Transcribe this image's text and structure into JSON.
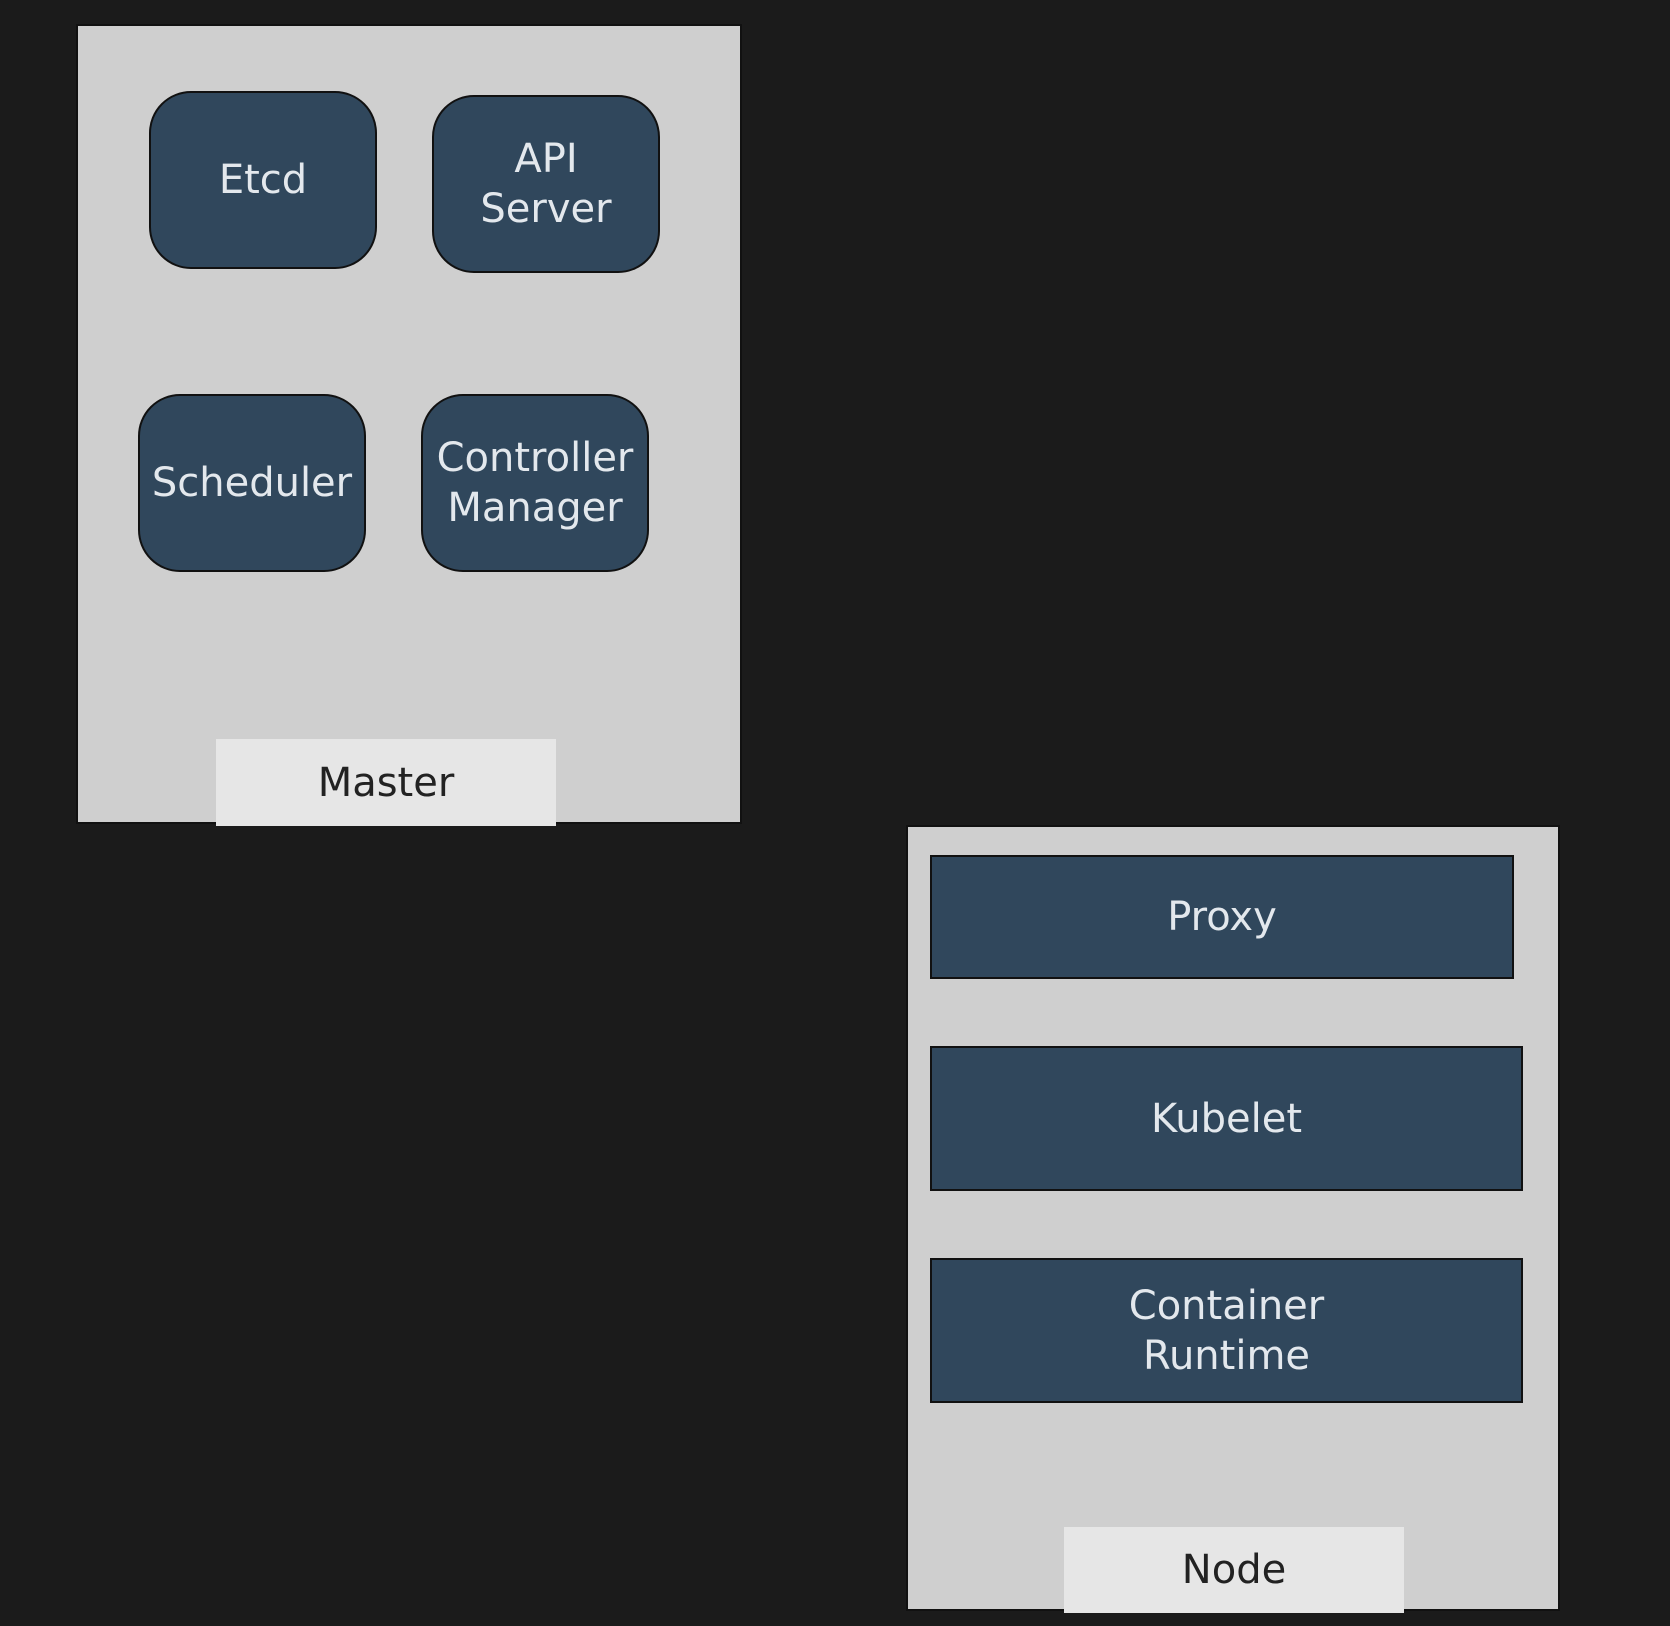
{
  "master": {
    "label": "Master",
    "components": {
      "etcd": "Etcd",
      "api_server": "API\nServer",
      "scheduler": "Scheduler",
      "controller_manager": "Controller\nManager"
    }
  },
  "node": {
    "label": "Node",
    "components": {
      "proxy": "Proxy",
      "kubelet": "Kubelet",
      "container_runtime": "Container\nRuntime"
    }
  },
  "colors": {
    "background": "#1b1b1b",
    "panel": "#cfcfcf",
    "component": "#30475c",
    "component_text": "#e3e8ed",
    "tag": "#e6e6e6"
  }
}
